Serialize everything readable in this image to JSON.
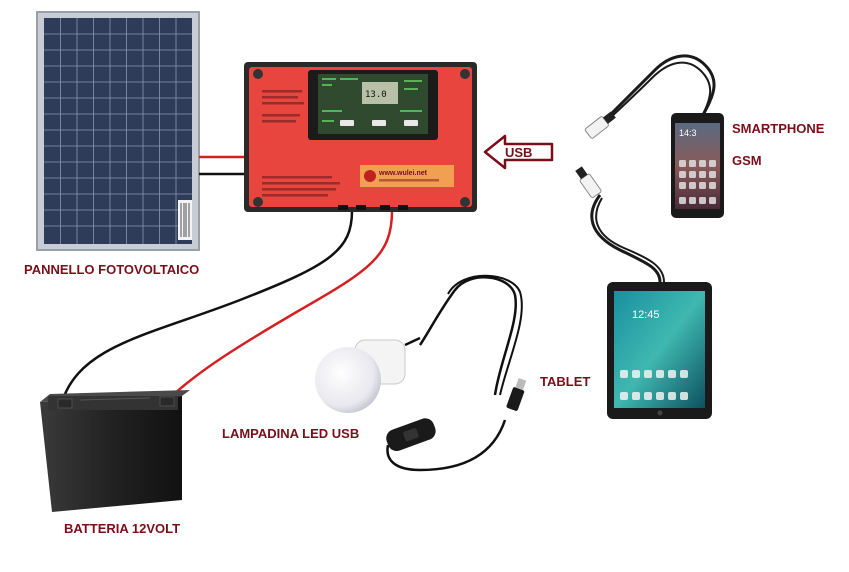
{
  "labels": {
    "panel": "PANNELLO FOTOVOLTAICO",
    "battery": "BATTERIA 12VOLT",
    "lamp": "LAMPADINA LED USB",
    "smartphone": "SMARTPHONE",
    "gsm": "GSM",
    "tablet": "TABLET",
    "usb": "USB"
  },
  "controller": {
    "url": "www.wulei.net",
    "lcd_value": "13.0"
  },
  "devices": {
    "phone_time": "14:3",
    "tablet_time": "12:45"
  },
  "colors": {
    "label_text": "#7a0f1a",
    "controller_body": "#e8453f",
    "wire_positive": "#d42020",
    "wire_negative": "#111111",
    "usb_arrow": "#7a0f1a"
  }
}
